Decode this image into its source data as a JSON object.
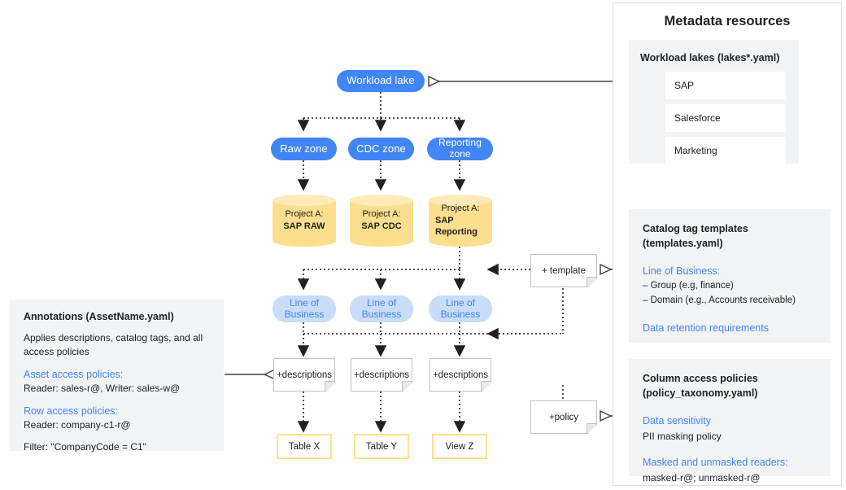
{
  "right_panel": {
    "title": "Metadata resources",
    "cards": [
      {
        "title": "Workload lakes (lakes*.yaml)",
        "items": [
          "SAP",
          "Salesforce",
          "Marketing"
        ]
      },
      {
        "title_line1": "Catalog tag templates",
        "title_line2": "(templates.yaml)",
        "accent1": "Line of Business:",
        "bullet1": "– Group (e.g, finance)",
        "bullet2": "– Domain (e.g., Accounts receivable)",
        "accent2": "Data retention requirements"
      },
      {
        "title_line1": "Column access policies",
        "title_line2": "(policy_taxonomy.yaml)",
        "accent1": "Data sensitivity",
        "text1": "PII masking policy",
        "accent2": "Masked and unmasked readers:",
        "text2": "masked-r@; unmasked-r@"
      }
    ]
  },
  "annotations": {
    "title": "Annotations (AssetName.yaml)",
    "body": "Applies descriptions, catalog tags, and all access policies",
    "asset_heading": "Asset access policies:",
    "asset_value": "Reader: sales-r@, Writer: sales-w@",
    "row_heading": "Row access policies:",
    "row_value": "Reader: company-c1-r@",
    "filter": "Filter: \"CompanyCode = C1\""
  },
  "flow": {
    "workload_lake": "Workload lake",
    "zones": [
      "Raw zone",
      "CDC zone",
      "Reporting zone"
    ],
    "projects": [
      {
        "prefix": "Project A:",
        "name": "SAP RAW"
      },
      {
        "prefix": "Project A:",
        "name": "SAP CDC"
      },
      {
        "prefix": "Project A:",
        "name": "SAP Reporting"
      }
    ],
    "lob": [
      "Line of Business",
      "Line of Business",
      "Line of Business"
    ],
    "descriptions": [
      "+descriptions",
      "+descriptions",
      "+descriptions"
    ],
    "assets": [
      "Table X",
      "Table Y",
      "View Z"
    ],
    "template_note": "+ template",
    "policy_note": "+policy"
  },
  "colors": {
    "brand_blue": "#4285f4",
    "light_blue": "#c9dcf8",
    "cylinder_yellow": "#fcdf8e",
    "cylinder_top": "#fdecba",
    "card_gray": "#f1f3f4",
    "border_gray": "#bdc1c6",
    "text_dark": "#202124"
  }
}
